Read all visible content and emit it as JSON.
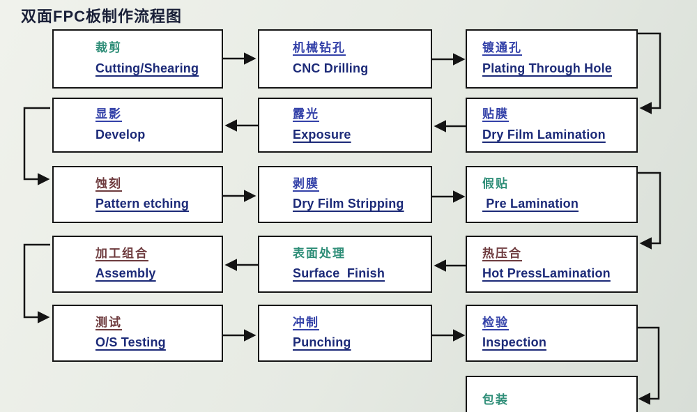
{
  "title": "双面FPC板制作流程图",
  "colors": {
    "teal": "#2F8E78",
    "blue": "#3341A8",
    "maroon": "#6E3B3E",
    "english": "#1C2A78",
    "title": "#1A2038",
    "line": "#141414",
    "box_bg": "#FFFFFF"
  },
  "boxes": [
    {
      "slug": "cutting-shearing",
      "zh": "裁剪",
      "en": "Cutting/Shearing",
      "zh_color": "teal",
      "zh_underline": false,
      "en_underline": true,
      "col": 0,
      "row": 0
    },
    {
      "slug": "cnc-drilling",
      "zh": "机械钻孔",
      "en": "CNC Drilling",
      "zh_color": "blue",
      "zh_underline": true,
      "en_underline": false,
      "col": 1,
      "row": 0
    },
    {
      "slug": "plating-through-hole",
      "zh": "镀通孔",
      "en": "Plating Through Hole",
      "zh_color": "blue",
      "zh_underline": true,
      "en_underline": true,
      "col": 2,
      "row": 0
    },
    {
      "slug": "develop",
      "zh": "显影",
      "en": "Develop",
      "zh_color": "blue",
      "zh_underline": true,
      "en_underline": false,
      "col": 0,
      "row": 1
    },
    {
      "slug": "exposure",
      "zh": "露光",
      "en": "Exposure",
      "zh_color": "blue",
      "zh_underline": true,
      "en_underline": true,
      "col": 1,
      "row": 1
    },
    {
      "slug": "dry-film-lamination",
      "zh": "贴膜",
      "en": "Dry Film Lamination",
      "zh_color": "blue",
      "zh_underline": true,
      "en_underline": true,
      "col": 2,
      "row": 1
    },
    {
      "slug": "pattern-etching",
      "zh": "蚀刻",
      "en": "Pattern etching",
      "zh_color": "maroon",
      "zh_underline": true,
      "en_underline": true,
      "col": 0,
      "row": 2
    },
    {
      "slug": "dry-film-stripping",
      "zh": "剥膜",
      "en": "Dry Film Stripping",
      "zh_color": "blue",
      "zh_underline": true,
      "en_underline": true,
      "col": 1,
      "row": 2
    },
    {
      "slug": "pre-lamination",
      "zh": "假贴",
      "en": " Pre Lamination",
      "zh_color": "teal",
      "zh_underline": false,
      "en_underline": true,
      "col": 2,
      "row": 2
    },
    {
      "slug": "assembly",
      "zh": "加工组合",
      "en": "Assembly",
      "zh_color": "maroon",
      "zh_underline": true,
      "en_underline": true,
      "col": 0,
      "row": 3
    },
    {
      "slug": "surface-finish",
      "zh": "表面处理",
      "en": "Surface  Finish",
      "zh_color": "teal",
      "zh_underline": false,
      "en_underline": true,
      "col": 1,
      "row": 3
    },
    {
      "slug": "hot-press-lamination",
      "zh": "热压合",
      "en": "Hot PressLamination",
      "zh_color": "maroon",
      "zh_underline": true,
      "en_underline": true,
      "col": 2,
      "row": 3
    },
    {
      "slug": "os-testing",
      "zh": "测试",
      "en": "O/S Testing",
      "zh_color": "maroon",
      "zh_underline": true,
      "en_underline": true,
      "col": 0,
      "row": 4
    },
    {
      "slug": "punching",
      "zh": "冲制",
      "en": "Punching",
      "zh_color": "blue",
      "zh_underline": true,
      "en_underline": true,
      "col": 1,
      "row": 4
    },
    {
      "slug": "inspection",
      "zh": "检验",
      "en": "Inspection",
      "zh_color": "blue",
      "zh_underline": true,
      "en_underline": true,
      "col": 2,
      "row": 4
    },
    {
      "slug": "packing",
      "zh": "包装",
      "en": "",
      "zh_color": "teal",
      "zh_underline": false,
      "en_underline": false,
      "col": 2,
      "row": 5
    }
  ],
  "connections": [
    {
      "from": "cutting-shearing",
      "to": "cnc-drilling"
    },
    {
      "from": "cnc-drilling",
      "to": "plating-through-hole"
    },
    {
      "from": "plating-through-hole",
      "to": "dry-film-lamination"
    },
    {
      "from": "dry-film-lamination",
      "to": "exposure"
    },
    {
      "from": "exposure",
      "to": "develop"
    },
    {
      "from": "develop",
      "to": "pattern-etching"
    },
    {
      "from": "pattern-etching",
      "to": "dry-film-stripping"
    },
    {
      "from": "dry-film-stripping",
      "to": "pre-lamination"
    },
    {
      "from": "pre-lamination",
      "to": "hot-press-lamination"
    },
    {
      "from": "hot-press-lamination",
      "to": "surface-finish"
    },
    {
      "from": "surface-finish",
      "to": "assembly"
    },
    {
      "from": "assembly",
      "to": "os-testing"
    },
    {
      "from": "os-testing",
      "to": "punching"
    },
    {
      "from": "punching",
      "to": "inspection"
    },
    {
      "from": "inspection",
      "to": "packing"
    }
  ]
}
